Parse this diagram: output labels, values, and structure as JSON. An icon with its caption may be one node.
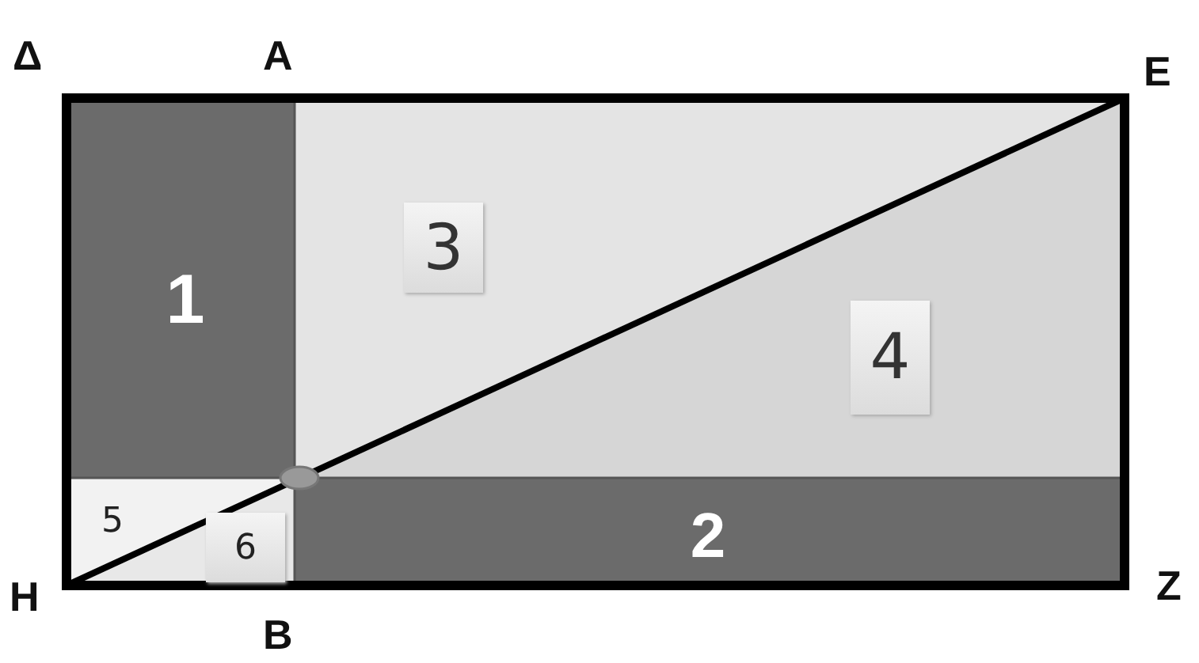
{
  "diagram": {
    "nodes": [
      {
        "text": [
          "1"
        ]
      },
      {
        "text": [
          "3"
        ]
      },
      {
        "text": [
          "4"
        ]
      },
      {
        "text": [
          "5"
        ]
      },
      {
        "text": [
          "6"
        ]
      },
      {
        "text": [
          "2"
        ]
      }
    ],
    "labels": [
      "Δ",
      "A",
      "E",
      "H",
      "Z",
      "B"
    ]
  }
}
